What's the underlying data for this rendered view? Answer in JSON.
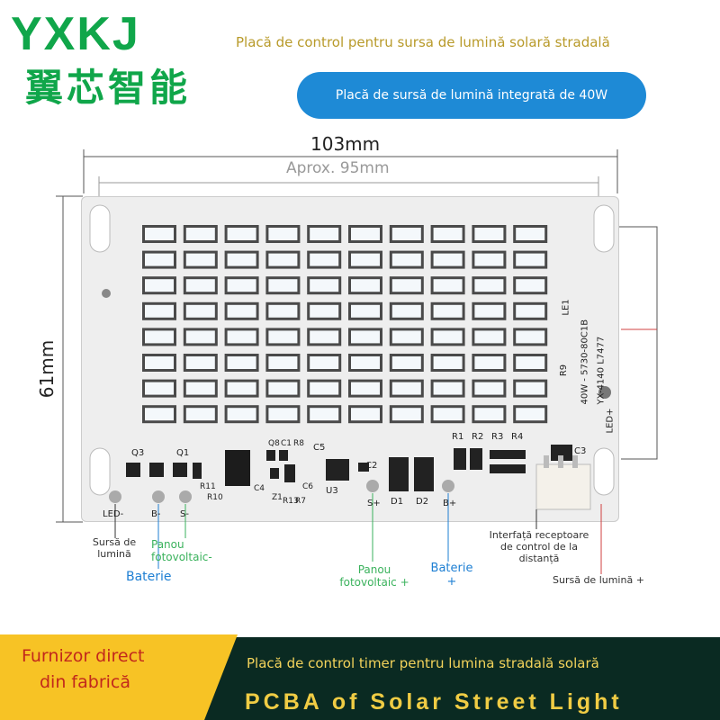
{
  "brand": {
    "latin": "YXKJ",
    "cn": "翼芯智能"
  },
  "header": {
    "title": "Placă de control pentru sursa de lumină solară stradală",
    "pill": "Placă de sursă de lumină integrată de 40W"
  },
  "dimensions": {
    "width": "103mm",
    "approx": "Aprox. 95mm",
    "height": "61mm"
  },
  "board": {
    "silk_left": [
      "Q3",
      "Q1",
      "R11",
      "R10"
    ],
    "silk_mid": [
      "Q8",
      "C1",
      "R8",
      "C5",
      "C2",
      "U3",
      "C4",
      "Z1",
      "R13",
      "R7",
      "C6",
      "D1",
      "D2"
    ],
    "silk_right": [
      "R1",
      "R2",
      "R3",
      "R4",
      "C3"
    ],
    "vertical_mark": [
      "40W - 5730-80C1B",
      "YX-4140  L7477",
      "R9",
      "LE1",
      "LED+"
    ],
    "pad_labels": [
      "LED-",
      "B-",
      "S-",
      "S+",
      "B+"
    ]
  },
  "labels": {
    "light_source": "Sursă de lumină",
    "pv_minus": "Panou fotovoltaic-",
    "battery_minus": "Baterie",
    "pv_plus": "Panou fotovoltaic +",
    "battery_plus": "Baterie +",
    "remote": "Interfață receptoare de control de la distanță",
    "light_plus": "Sursă de lumină +"
  },
  "footer": {
    "badge_line1": "Furnizor direct",
    "badge_line2": "din fabrică",
    "subtitle": "Placă de control timer pentru lumina stradală solară",
    "title": "PCBA of Solar Street Light"
  },
  "colors": {
    "brand_green": "#10a64a",
    "pill_blue": "#1e8ad6",
    "footer_bg": "#0a2a22",
    "footer_yellow": "#f7c325",
    "footer_text": "#f0cc44"
  }
}
